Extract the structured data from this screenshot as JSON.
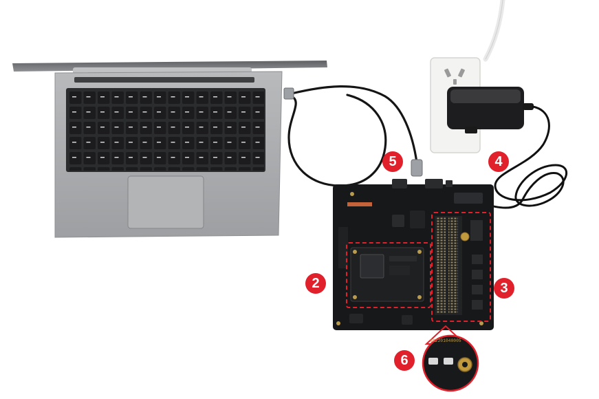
{
  "callouts": {
    "board_module": "2",
    "expansion_connector": "3",
    "power_adapter": "4",
    "usb_c_cable": "5",
    "button_detail": "6"
  },
  "detail_serial_text": "0A2201040005",
  "colors": {
    "callout_red": "#e0202a",
    "board_black": "#17181a",
    "laptop_silver": "#a9abad",
    "outlet_white": "#f2f2f0",
    "cable_black": "#111111"
  },
  "icons": {
    "laptop": "laptop-illustration",
    "board": "dev-board-illustration",
    "adapter": "power-adapter-illustration",
    "outlet": "wall-outlet-illustration"
  }
}
